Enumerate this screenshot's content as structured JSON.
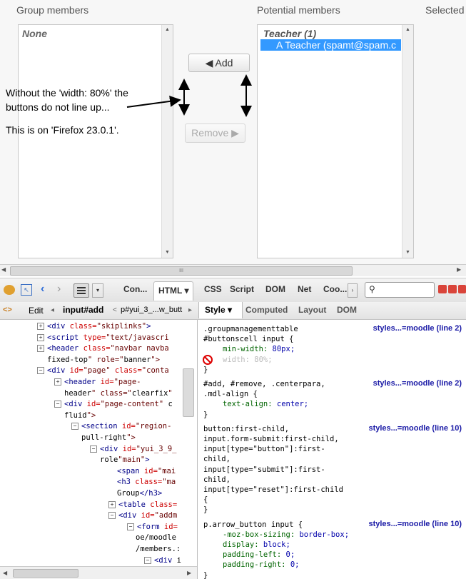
{
  "top": {
    "group_members_label": "Group members",
    "potential_members_label": "Potential members",
    "selected_label": "Selected",
    "left_list": {
      "items": [
        "None"
      ]
    },
    "right_list": {
      "group_header": "Teacher (1)",
      "items": [
        "A Teacher (spamt@spam.c"
      ]
    },
    "add_button": "◀ Add",
    "remove_button": "Remove ▶",
    "annotation_line1": "Without the 'width: 80%' the",
    "annotation_line2": "buttons do not line up...",
    "annotation_line3": "This is on 'Firefox 23.0.1'."
  },
  "scrollbar": {
    "grip": "III"
  },
  "firebug": {
    "tabs": [
      "Con...",
      "HTML ▾",
      "CSS",
      "Script",
      "DOM",
      "Net",
      "Coo..."
    ],
    "search_placeholder": "",
    "edit_label": "Edit",
    "breadcrumb_current": "input#add",
    "breadcrumb_next": "p#yui_3_...w_butt",
    "side_tabs": [
      "Style ▾",
      "Computed",
      "Layout",
      "DOM"
    ],
    "html_tree": [
      {
        "indent": 52,
        "toggle": "+",
        "text": "<div class=\"skiplinks\">"
      },
      {
        "indent": 52,
        "toggle": "+",
        "text": "<script type=\"text/javascri"
      },
      {
        "indent": 52,
        "toggle": "+",
        "text": "<header class=\"navbar navba"
      },
      {
        "indent": 66,
        "toggle": "",
        "text": "fixed-top\" role=\"banner\">"
      },
      {
        "indent": 52,
        "toggle": "−",
        "text": "<div id=\"page\" class=\"conta"
      },
      {
        "indent": 76,
        "toggle": "+",
        "text": "<header id=\"page-"
      },
      {
        "indent": 90,
        "toggle": "",
        "text": "header\" class=\"clearfix\""
      },
      {
        "indent": 76,
        "toggle": "−",
        "text": "<div id=\"page-content\" c"
      },
      {
        "indent": 90,
        "toggle": "",
        "text": "fluid\">"
      },
      {
        "indent": 100,
        "toggle": "−",
        "text": "<section id=\"region-"
      },
      {
        "indent": 114,
        "toggle": "",
        "text": "pull-right\">"
      },
      {
        "indent": 126,
        "toggle": "−",
        "text": "<div id=\"yui_3_9_"
      },
      {
        "indent": 140,
        "toggle": "",
        "text": "role=\"main\">"
      },
      {
        "indent": 164,
        "toggle": "",
        "text": "<span id=\"mai"
      },
      {
        "indent": 164,
        "toggle": "",
        "text": "<h3 class=\"ma"
      },
      {
        "indent": 164,
        "toggle": "",
        "text": "Group</h3>"
      },
      {
        "indent": 152,
        "toggle": "+",
        "text": "<table class="
      },
      {
        "indent": 152,
        "toggle": "−",
        "text": "<div id=\"addm"
      },
      {
        "indent": 178,
        "toggle": "−",
        "text": "<form id="
      },
      {
        "indent": 190,
        "toggle": "",
        "text": "oe/moodle"
      },
      {
        "indent": 190,
        "toggle": "",
        "text": "/members.:"
      },
      {
        "indent": 202,
        "toggle": "−",
        "text": "<div i"
      }
    ],
    "css_rules": [
      {
        "selector": [
          ".groupmanagementtable",
          "#buttonscell input {"
        ],
        "source": "styles...=moodle (line 2)",
        "props": [
          {
            "name": "min-width",
            "value": "80px;",
            "disabled": false
          },
          {
            "name": "width",
            "value": "80%;",
            "disabled": true
          }
        ]
      },
      {
        "selector": [
          "#add, #remove, .centerpara,",
          ".mdl-align {"
        ],
        "source": "styles...=moodle (line 2)",
        "props": [
          {
            "name": "text-align",
            "value": "center;",
            "disabled": false
          }
        ]
      },
      {
        "selector": [
          "button:first-child,",
          "input.form-submit:first-child,",
          "input[type=\"button\"]:first-",
          "child,",
          "input[type=\"submit\"]:first-",
          "child,",
          "input[type=\"reset\"]:first-child",
          "{"
        ],
        "source": "styles...=moodle (line 10)",
        "props": []
      },
      {
        "selector": [
          "p.arrow_button input {"
        ],
        "source": "styles...=moodle (line 10)",
        "props": [
          {
            "name": "-moz-box-sizing",
            "value": "border-box;",
            "disabled": false
          },
          {
            "name": "display",
            "value": "block;",
            "disabled": false
          },
          {
            "name": "padding-left",
            "value": "0;",
            "disabled": false
          },
          {
            "name": "padding-right",
            "value": "0;",
            "disabled": false
          }
        ]
      }
    ]
  }
}
